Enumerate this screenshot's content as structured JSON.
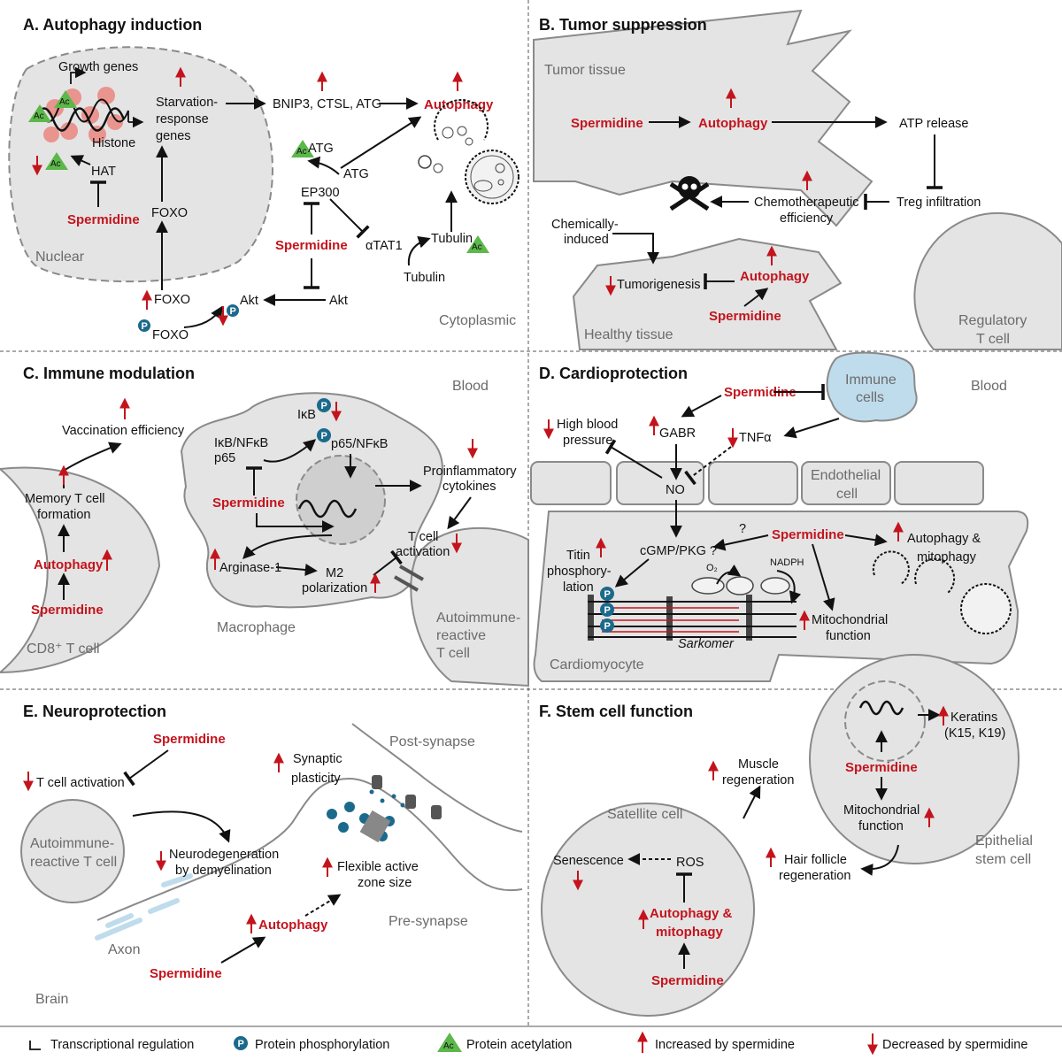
{
  "panels": {
    "a": {
      "title": "A.  Autophagy induction",
      "growth_genes": "Growth genes",
      "starvation_1": "Starvation-",
      "starvation_2": "response",
      "starvation_3": "genes",
      "histone": "Histone",
      "hat": "HAT",
      "spermidine_nuc": "Spermidine",
      "foxo_nuc": "FOXO",
      "nuclear": "Nuclear",
      "bnip3": "BNIP3, CTSL, ATG",
      "autophagy": "Autophagy",
      "atg_ac": "ATG",
      "atg": "ATG",
      "ep300": "EP300",
      "spermidine_cyto": "Spermidine",
      "atat1": "αTAT1",
      "tubulin_ac": "Tubulin",
      "tubulin": "Tubulin",
      "foxo_1": "FOXO",
      "foxo_2": "FOXO",
      "akt_p": "Akt",
      "akt": "Akt",
      "cytoplasmic": "Cytoplasmic",
      "ac_label": "Ac",
      "p_label": "P"
    },
    "b": {
      "title": "B.  Tumor suppression",
      "tumor_tissue": "Tumor tissue",
      "spermidine_1": "Spermidine",
      "autophagy_1": "Autophagy",
      "atp_release": "ATP release",
      "chemo_1": "Chemotherapeutic",
      "chemo_2": "efficiency",
      "treg": "Treg infiltration",
      "chem_1": "Chemically-",
      "chem_2": "induced",
      "tumorigenesis": "Tumorigenesis",
      "autophagy_2": "Autophagy",
      "spermidine_2": "Spermidine",
      "healthy": "Healthy tissue",
      "regulatory_1": "Regulatory",
      "regulatory_2": "T cell"
    },
    "c": {
      "title": "C.  Immune modulation",
      "blood": "Blood",
      "vaccination": "Vaccination efficiency",
      "memory_1": "Memory T cell",
      "memory_2": "formation",
      "autophagy": "Autophagy",
      "spermidine_t": "Spermidine",
      "cd8": "CD8⁺ T cell",
      "ikb": "IκB",
      "ikb_nfkb": "IκB/NFκB",
      "p65": "p65",
      "p65_nfkb": "p65/NFκB",
      "spermidine_m": "Spermidine",
      "proinf_1": "Proinflammatory",
      "proinf_2": "cytokines",
      "tcell_act_1": "T cell",
      "tcell_act_2": "activation",
      "arginase": "Arginase-1",
      "m2_1": "M2",
      "m2_2": "polarization",
      "macrophage": "Macrophage",
      "auto_1": "Autoimmune-",
      "auto_2": "reactive",
      "auto_3": "T cell"
    },
    "d": {
      "title": "D.  Cardioprotection",
      "spermidine_top": "Spermidine",
      "immune_1": "Immune",
      "immune_2": "cells",
      "blood": "Blood",
      "hbp_1": "High blood",
      "hbp_2": "pressure",
      "gabr": "GABR",
      "tnfa": "TNFα",
      "no": "NO",
      "endo_1": "Endothelial",
      "endo_2": "cell",
      "titin_1": "Titin",
      "titin_2": "phosphory-",
      "titin_3": "lation",
      "cgmp": "cGMP/PKG ?",
      "q": "?",
      "spermidine_c": "Spermidine",
      "auto_mito_1": "Autophagy &",
      "auto_mito_2": "mitophagy",
      "nadph": "NADPH",
      "o2": "O₂",
      "mito_1": "Mitochondrial",
      "mito_2": "function",
      "sarkomer": "Sarkomer",
      "cardiomyocyte": "Cardiomyocyte"
    },
    "e": {
      "title": "E.  Neuroprotection",
      "spermidine_1": "Spermidine",
      "tcell_act": "T cell activation",
      "auto_1": "Autoimmune-",
      "auto_2": "reactive T cell",
      "neuro_1": "Neurodegeneration",
      "neuro_2": "by demyelination",
      "syn_1": "Synaptic",
      "syn_2": "plasticity",
      "post": "Post-synapse",
      "flex_1": "Flexible active",
      "flex_2": "zone size",
      "pre": "Pre-synapse",
      "autophagy": "Autophagy",
      "axon": "Axon",
      "spermidine_2": "Spermidine",
      "brain": "Brain"
    },
    "f": {
      "title": "F.  Stem cell function",
      "keratins_1": "Keratins",
      "keratins_2": "(K15, K19)",
      "spermidine_epi": "Spermidine",
      "mito_1": "Mitochondrial",
      "mito_2": "function",
      "epi_1": "Epithelial",
      "epi_2": "stem cell",
      "muscle_1": "Muscle",
      "muscle_2": "regeneration",
      "satellite": "Satellite cell",
      "senescence": "Senescence",
      "ros": "ROS",
      "hair_1": "Hair follicle",
      "hair_2": "regeneration",
      "am_1": "Autophagy &",
      "am_2": "mitophagy",
      "spermidine_sat": "Spermidine"
    }
  },
  "legend": {
    "transcriptional": "Transcriptional regulation",
    "phosphorylation": "Protein phosphorylation",
    "acetylation": "Protein acetylation",
    "increased": "Increased by spermidine",
    "decreased": "Decreased by spermidine",
    "ac_label": "Ac",
    "p_label": "P"
  },
  "colors": {
    "red": "#c3141d",
    "cell_fill": "#e4e4e4",
    "cell_stroke": "#8a8a8a",
    "acetyl_green": "#5cb84a",
    "phospho_blue": "#1b6a8c",
    "light_blue": "#bfdcec",
    "histone_pink": "#e9948e"
  }
}
